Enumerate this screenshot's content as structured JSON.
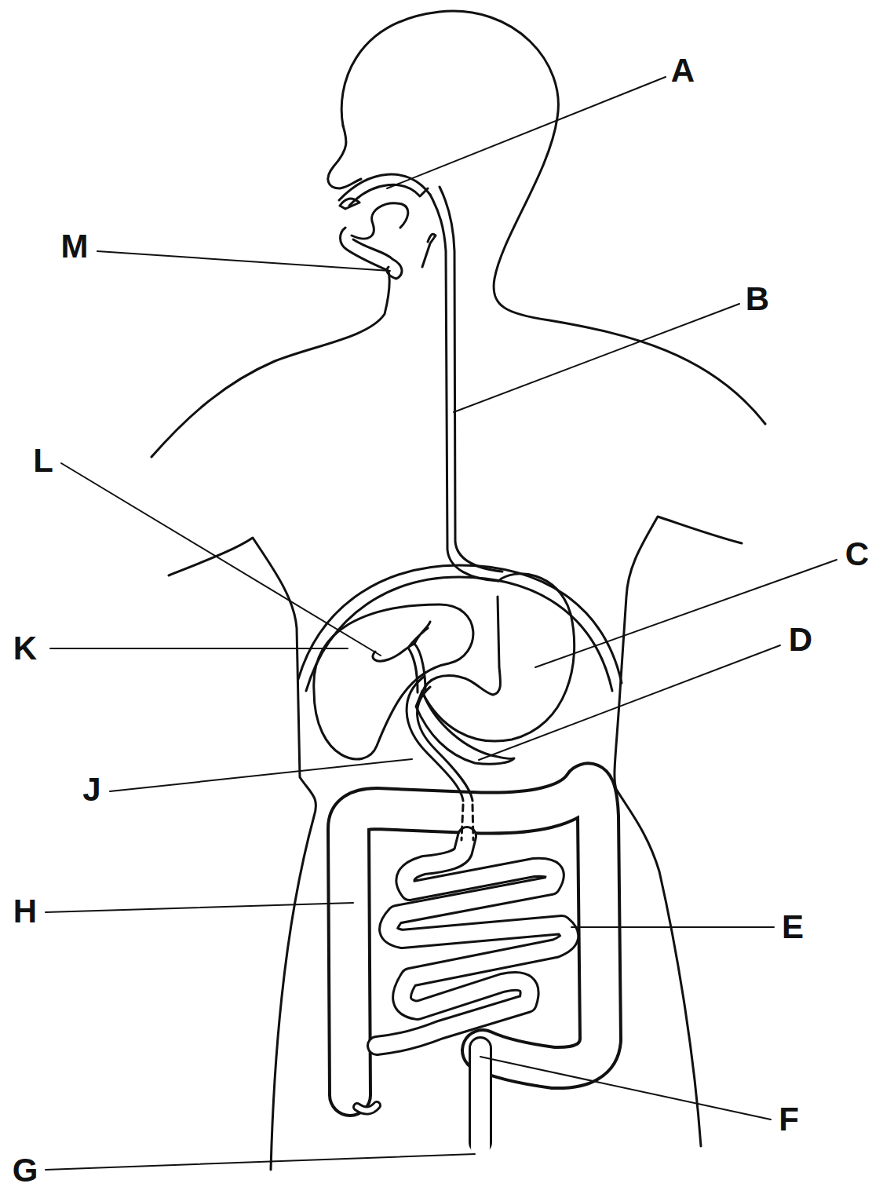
{
  "diagram": {
    "labels": [
      "A",
      "M",
      "B",
      "L",
      "C",
      "D",
      "K",
      "J",
      "H",
      "E",
      "F",
      "G"
    ]
  }
}
